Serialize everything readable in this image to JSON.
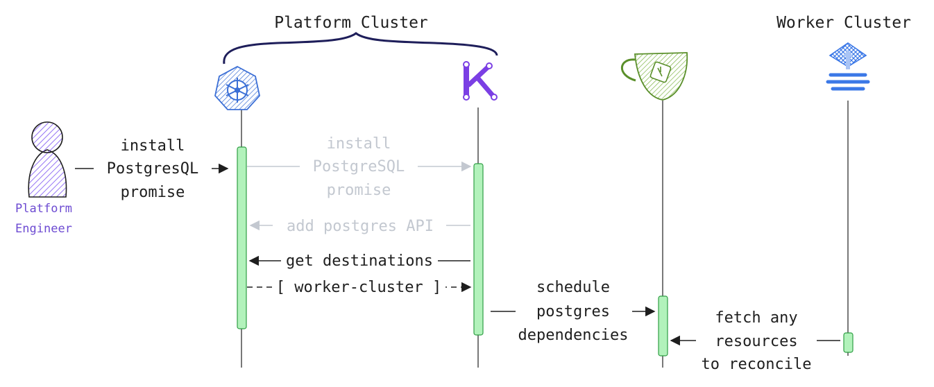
{
  "clusters": {
    "platform_label": "Platform Cluster",
    "worker_label": "Worker Cluster"
  },
  "actors": {
    "engineer": {
      "line1": "Platform",
      "line2": "Engineer",
      "icon": "person-icon",
      "color": "#6d4bd2"
    },
    "kubernetes": {
      "icon": "kubernetes-icon",
      "color": "#3b6fd6"
    },
    "kratix": {
      "icon": "kratix-icon",
      "color": "#7b3fe4"
    },
    "gitea": {
      "icon": "gitea-teacup-icon",
      "color": "#7cb342"
    },
    "flux": {
      "icon": "flux-icon",
      "color": "#3b78e7"
    }
  },
  "messages": {
    "install_promise": [
      "install",
      "PostgresQL",
      "promise"
    ],
    "install_promise_faded": [
      "install",
      "PostgreSQL",
      "promise"
    ],
    "add_api": "add postgres API",
    "get_destinations": "get destinations",
    "worker_cluster": "[ worker-cluster ]",
    "schedule": [
      "schedule",
      "postgres",
      "dependencies"
    ],
    "fetch": [
      "fetch any",
      "resources",
      "to reconcile"
    ]
  },
  "colors": {
    "activation_fill": "#b2f2bb",
    "activation_stroke": "#2f9e44",
    "faded": "#c3c8d0",
    "ink": "#1e1e1e"
  }
}
